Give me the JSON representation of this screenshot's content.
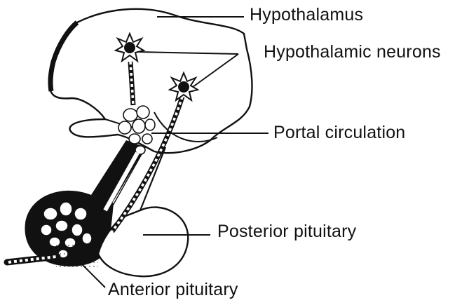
{
  "labels": {
    "hypothalamus": "Hypothalamus",
    "hypothalamic_neurons": "Hypothalamic neurons",
    "portal_circulation": "Portal circulation",
    "posterior_pituitary": "Posterior pituitary",
    "anterior_pituitary": "Anterior pituitary"
  },
  "colors": {
    "ink": "#111111",
    "paper": "#ffffff"
  },
  "icons": {
    "neuron": "neuron-icon"
  }
}
